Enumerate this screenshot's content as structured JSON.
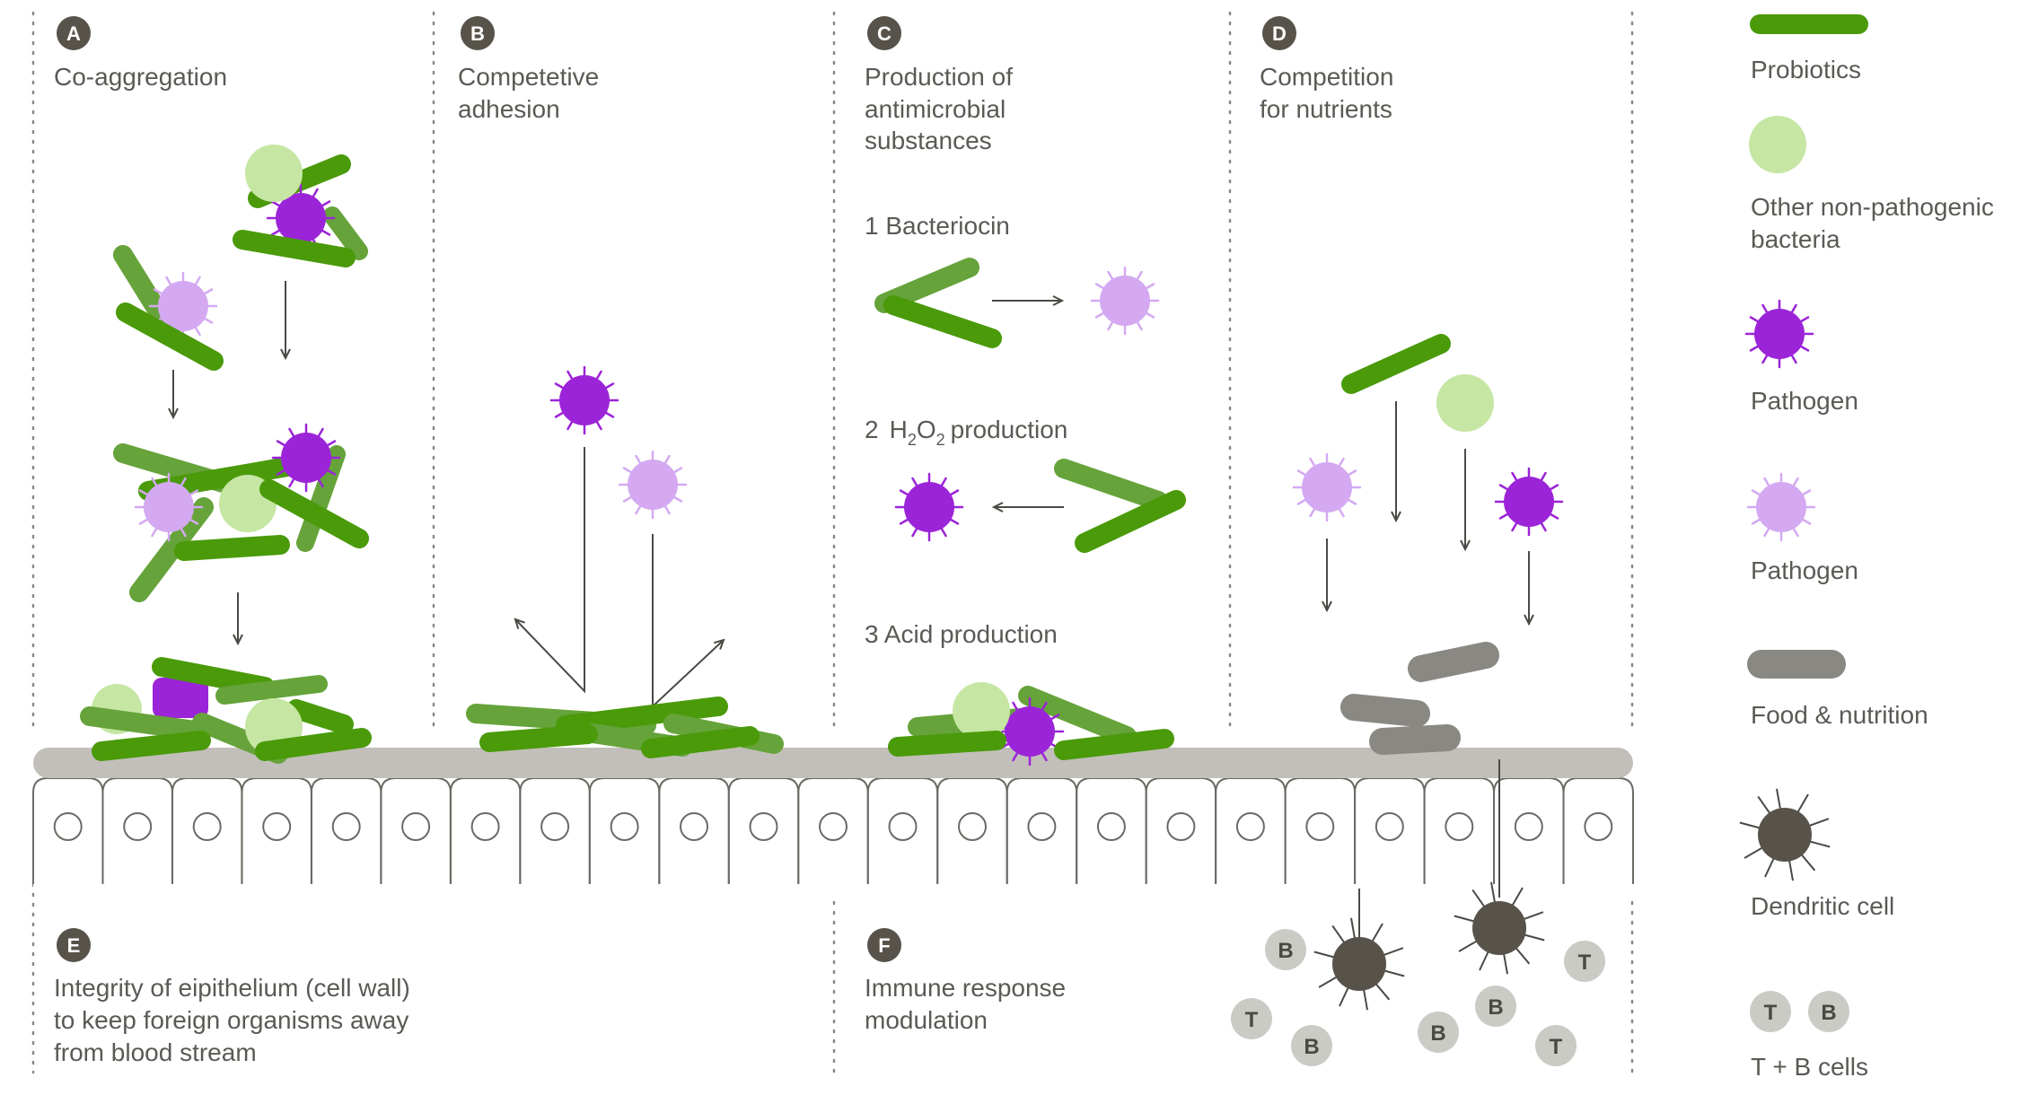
{
  "colors": {
    "probiotic_dark": "#4a9a0a",
    "probiotic_light": "#66a33a",
    "nonpathogenic": "#c6e6a4",
    "pathogen_dark": "#9b24d8",
    "pathogen_light": "#d4a9f2",
    "food": "#8a8883",
    "dendritic": "#57534b",
    "tb_cell": "#cbcbc6",
    "membrane": "#c2bfba",
    "text": "#5a5a55",
    "badge": "#57534b"
  },
  "panels": {
    "a": {
      "badge": "A",
      "title": [
        "Co-aggregation"
      ]
    },
    "b": {
      "badge": "B",
      "title": [
        "Competetive",
        "adhesion"
      ]
    },
    "c": {
      "badge": "C",
      "title": [
        "Production of",
        "antimicrobial",
        "substances"
      ],
      "item1": "1  Bacteriocin",
      "item2_num": "2",
      "item2_h": "H",
      "item2_sub1": "2",
      "item2_o": "O",
      "item2_sub2": "2",
      "item2_rest": "production",
      "item3": "3  Acid production"
    },
    "d": {
      "badge": "D",
      "title": [
        "Competition",
        "for nutrients"
      ]
    },
    "e": {
      "badge": "E",
      "title": [
        "Integrity of eipithelium (cell wall)",
        " to keep foreign organisms away",
        "from blood stream"
      ]
    },
    "f": {
      "badge": "F",
      "title": [
        "Immune response",
        "modulation"
      ]
    }
  },
  "immune_cells": {
    "t": "T",
    "b": "B"
  },
  "legend": {
    "probiotics": "Probiotics",
    "nonpathogenic": [
      "Other non-pathogenic",
      "bacteria"
    ],
    "pathogen_dark": "Pathogen",
    "pathogen_light": "Pathogen",
    "food": "Food & nutrition",
    "dendritic": "Dendritic cell",
    "tb_t": "T",
    "tb_b": "B",
    "tb_label": "T + B cells"
  }
}
